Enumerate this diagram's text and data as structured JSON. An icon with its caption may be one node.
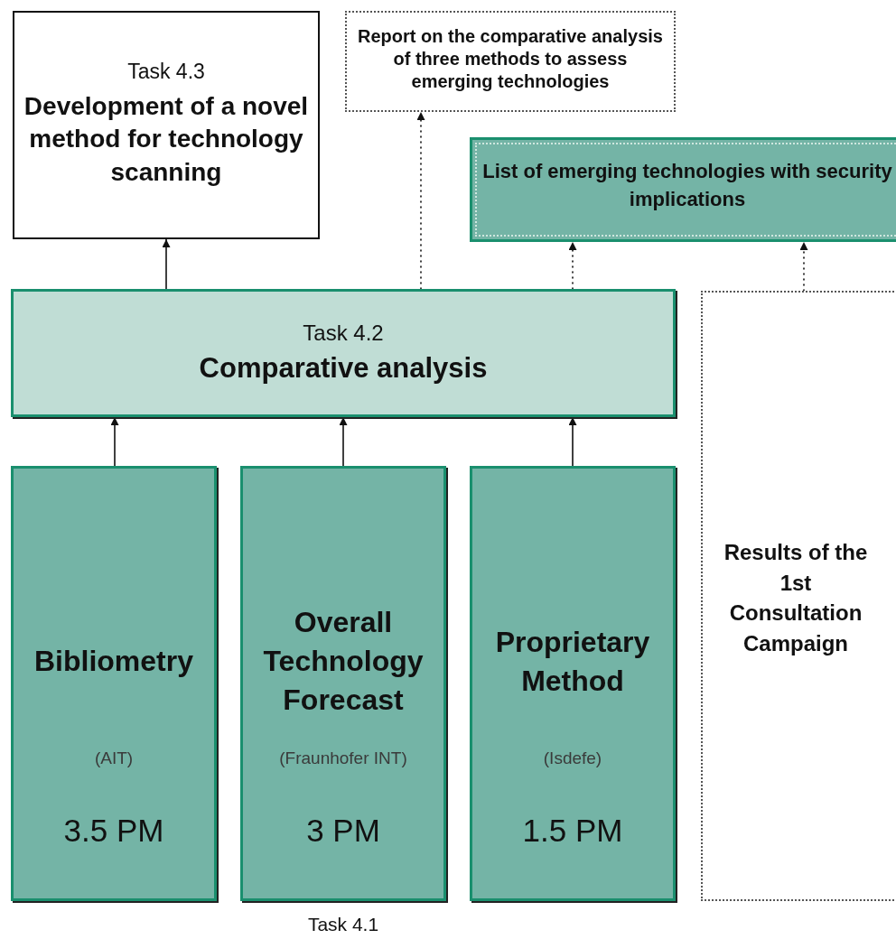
{
  "diagram": {
    "nodes": [
      {
        "text": [
          "Task 4.3",
          "Development of a novel method for technology scanning"
        ]
      },
      {
        "text": [
          "Report on the comparative analysis of three methods to assess emerging technologies"
        ]
      },
      {
        "text": [
          "List of emerging technologies with security implications"
        ]
      },
      {
        "text": [
          "Task 4.2",
          "Comparative analysis"
        ]
      },
      {
        "text": [
          "Bibliometry",
          "(AIT)",
          "3.5 PM"
        ]
      },
      {
        "text": [
          "Overall Technology Forecast",
          "(Fraunhofer INT)",
          "3 PM"
        ]
      },
      {
        "text": [
          "Proprietary Method",
          "(Isdefe)",
          "1.5 PM"
        ]
      },
      {
        "text": [
          "Results of the 1st Consultation Campaign"
        ]
      }
    ],
    "edges": [
      {
        "from": 3,
        "to": 0,
        "arrow": "to"
      },
      {
        "from": 3,
        "to": 1,
        "arrow": "to",
        "style": "dashed"
      },
      {
        "from": 3,
        "to": 2,
        "arrow": "to",
        "style": "dashed"
      },
      {
        "from": 7,
        "to": 2,
        "arrow": "to",
        "style": "dashed"
      },
      {
        "from": 4,
        "to": 3,
        "arrow": "to"
      },
      {
        "from": 5,
        "to": 3,
        "arrow": "to"
      },
      {
        "from": 6,
        "to": 3,
        "arrow": "to"
      }
    ],
    "labels": [
      "Task 4.1"
    ]
  }
}
